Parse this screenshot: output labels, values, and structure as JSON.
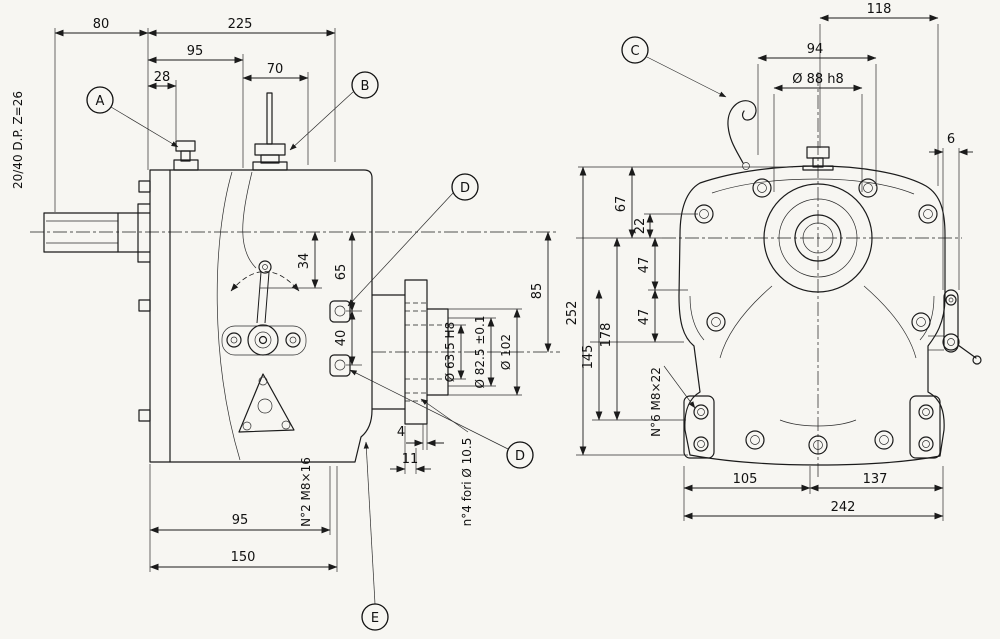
{
  "colors": {
    "paper": "#f7f6f2",
    "ink": "#1b1b1b"
  },
  "balloons": {
    "a": "A",
    "b": "B",
    "c": "C",
    "d": "D",
    "e": "E"
  },
  "side_view": {
    "dims": {
      "d80": "80",
      "d225": "225",
      "d95_top": "95",
      "d28": "28",
      "d70": "70",
      "d34": "34",
      "d65": "65",
      "d40": "40",
      "d85": "85",
      "d63": "Ø 63.5 H8",
      "d82": "Ø 82.5 ±0.1",
      "d102": "Ø 102",
      "d4": "4",
      "d11": "11",
      "d95_bottom": "95",
      "d150": "150"
    },
    "notes": {
      "spline": "20/40 D.P. Z=26",
      "screws": "N°2 M8×16",
      "holes": "n°4 fori Ø 10.5"
    }
  },
  "front_view": {
    "dims": {
      "d118": "118",
      "d94": "94",
      "d88": "Ø 88  h8",
      "d6": "6",
      "d67": "67",
      "d22": "22",
      "d47_upper": "47",
      "d47_lower": "47",
      "d252": "252",
      "d178": "178",
      "d145": "145",
      "d105": "105",
      "d137": "137",
      "d242": "242"
    },
    "notes": {
      "screws": "N°6 M8×22"
    }
  }
}
